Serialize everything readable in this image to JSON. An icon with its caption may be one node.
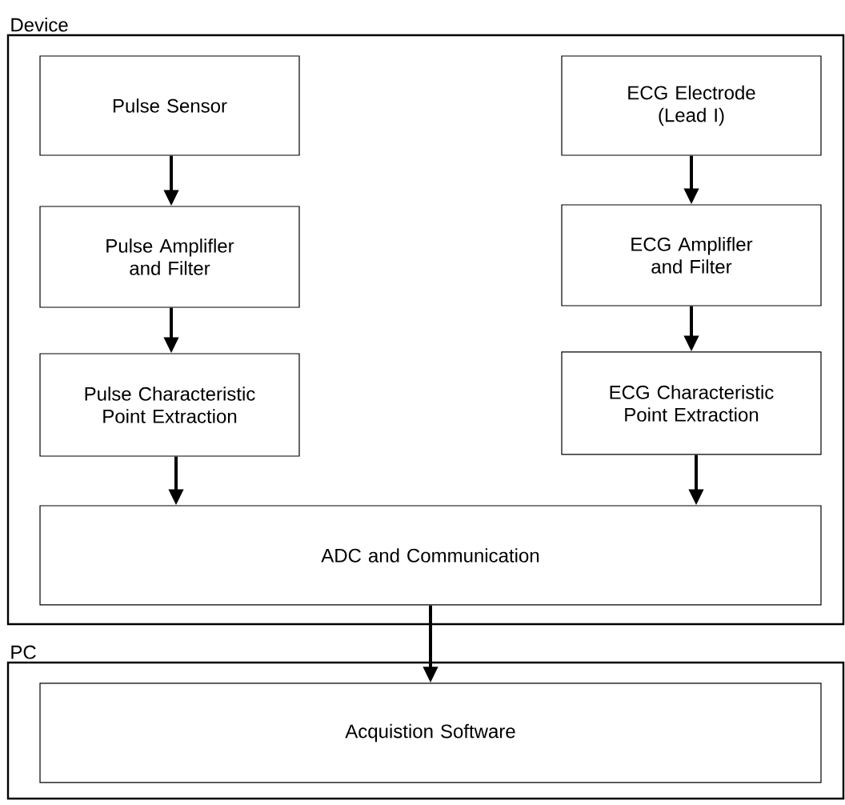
{
  "diagram": {
    "nodes": [
      {
        "text": [
          "Device"
        ]
      },
      {
        "text": [
          "Pulse Sensor"
        ],
        "in": 0
      },
      {
        "text": [
          "ECG Electrode (Lead I)"
        ],
        "in": 0
      },
      {
        "text": [
          "Pulse Amplifler and Filter"
        ],
        "in": 0
      },
      {
        "text": [
          "ECG Amplifler and Filter"
        ],
        "in": 0
      },
      {
        "text": [
          "Pulse Characteristic Point Extraction"
        ],
        "in": 0
      },
      {
        "text": [
          "ECG Characteristic Point Extraction"
        ],
        "in": 0
      },
      {
        "text": [
          "ADC and Communication"
        ],
        "in": 0
      },
      {
        "text": [
          "PC"
        ]
      },
      {
        "text": [
          "Acquistion Software"
        ],
        "in": 8
      }
    ],
    "edges": [
      {
        "from": 1,
        "to": 3,
        "arrow": "to"
      },
      {
        "from": 2,
        "to": 4,
        "arrow": "to"
      },
      {
        "from": 3,
        "to": 5,
        "arrow": "to"
      },
      {
        "from": 4,
        "to": 6,
        "arrow": "to"
      },
      {
        "from": 5,
        "to": 7,
        "arrow": "to"
      },
      {
        "from": 6,
        "to": 7,
        "arrow": "to"
      },
      {
        "from": 7,
        "to": 9,
        "arrow": "to"
      }
    ]
  }
}
